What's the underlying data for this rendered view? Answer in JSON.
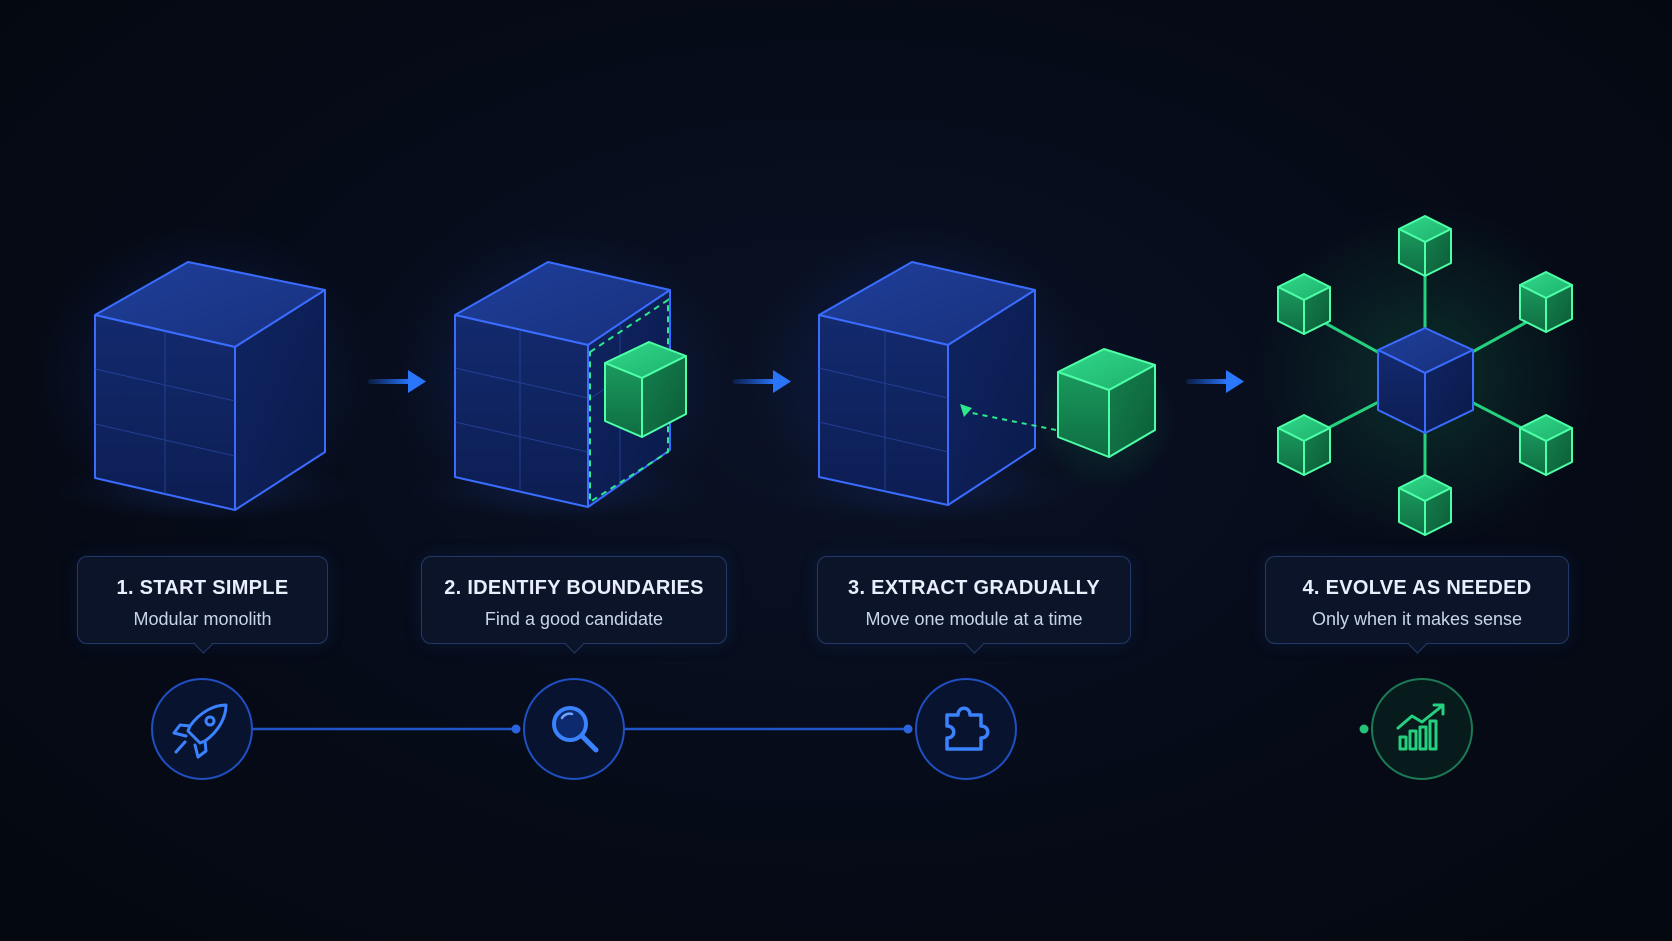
{
  "colors": {
    "background": "#050a16",
    "cube_blue": "#2f5ff0",
    "cube_green": "#2ee88e",
    "arrow_blue": "#1f6bff",
    "timeline_blue": "#1e55c8",
    "timeline_green": "#22b873"
  },
  "steps": [
    {
      "title": "1. START SIMPLE",
      "subtitle": "Modular monolith",
      "icon": "rocket-icon"
    },
    {
      "title": "2. IDENTIFY BOUNDARIES",
      "subtitle": "Find a good candidate",
      "icon": "search-icon"
    },
    {
      "title": "3. EXTRACT GRADUALLY",
      "subtitle": "Move one module at a time",
      "icon": "puzzle-icon"
    },
    {
      "title": "4. EVOLVE AS NEEDED",
      "subtitle": "Only when it makes sense",
      "icon": "growth-chart-icon"
    }
  ]
}
